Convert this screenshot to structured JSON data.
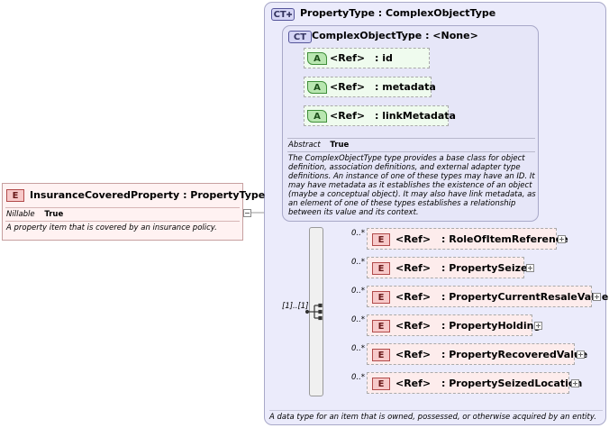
{
  "outer_type": {
    "badge": "CT",
    "name": "PropertyType",
    "base": ": ComplexObjectType",
    "description": "A data type for an item that is owned, possessed, or otherwise acquired by an entity."
  },
  "inner_type": {
    "badge": "CT",
    "name": "ComplexObjectType",
    "base": ": <None>",
    "attributes": [
      {
        "badge": "A",
        "ref": "<Ref>",
        "name": ": id"
      },
      {
        "badge": "A",
        "ref": "<Ref>",
        "name": ": metadata"
      },
      {
        "badge": "A",
        "ref": "<Ref>",
        "name": ": linkMetadata"
      }
    ],
    "abstract_label": "Abstract",
    "abstract_value": "True",
    "description": "The ComplexObjectType type provides a base class for object definition, association definitions, and external adapter type definitions. An instance of one of these types may have an ID. It may have metadata as it establishes the existence of an object (maybe a conceptual object). It may also have link metadata, as an element of one of these types establishes a relationship between its value and its context."
  },
  "root_element": {
    "badge": "E",
    "name": "InsuranceCoveredProperty",
    "type": ": PropertyType",
    "nillable_label": "Nillable",
    "nillable_value": "True",
    "description": "A property item that is covered by an insurance policy."
  },
  "sequence": {
    "cardinality": "[1]..[1]",
    "elements": [
      {
        "badge": "E",
        "card": "0..*",
        "ref": "<Ref>",
        "name": ": RoleOfItemReference"
      },
      {
        "badge": "E",
        "card": "0..*",
        "ref": "<Ref>",
        "name": ": PropertySeizer"
      },
      {
        "badge": "E",
        "card": "0..*",
        "ref": "<Ref>",
        "name": ": PropertyCurrentResaleValue"
      },
      {
        "badge": "E",
        "card": "0..*",
        "ref": "<Ref>",
        "name": ": PropertyHolding"
      },
      {
        "badge": "E",
        "card": "0..*",
        "ref": "<Ref>",
        "name": ": PropertyRecoveredValue"
      },
      {
        "badge": "E",
        "card": "0..*",
        "ref": "<Ref>",
        "name": ": PropertySeizedLocation"
      }
    ]
  }
}
